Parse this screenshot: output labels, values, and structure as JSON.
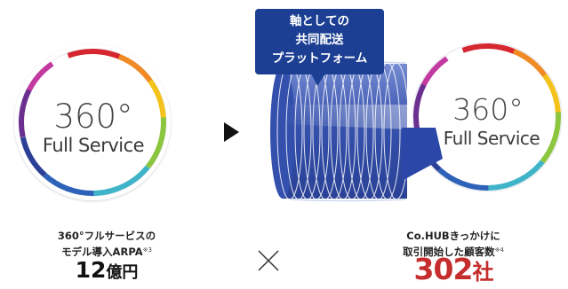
{
  "left_ring": {
    "big": "360°",
    "sub": "Full Service"
  },
  "right_ring": {
    "big": "360°",
    "sub": "Full Service"
  },
  "callout": {
    "line1": "軸としての",
    "line2": "共同配送",
    "line3": "プラットフォーム"
  },
  "left_caption": {
    "line1": "360°フルサービスの",
    "line2": "モデル導入ARPA",
    "note": "※3"
  },
  "left_value": {
    "number": "12",
    "unit": "億円"
  },
  "right_caption": {
    "line1": "Co.HUBきっかけに",
    "line2": "取引開始した顧客数",
    "note": "※4"
  },
  "right_value": {
    "number": "302",
    "unit": "社"
  },
  "colors": {
    "callout": "#1c3f93",
    "accent_red": "#c62d2d",
    "cylinder_blue": "#2b48a8"
  }
}
